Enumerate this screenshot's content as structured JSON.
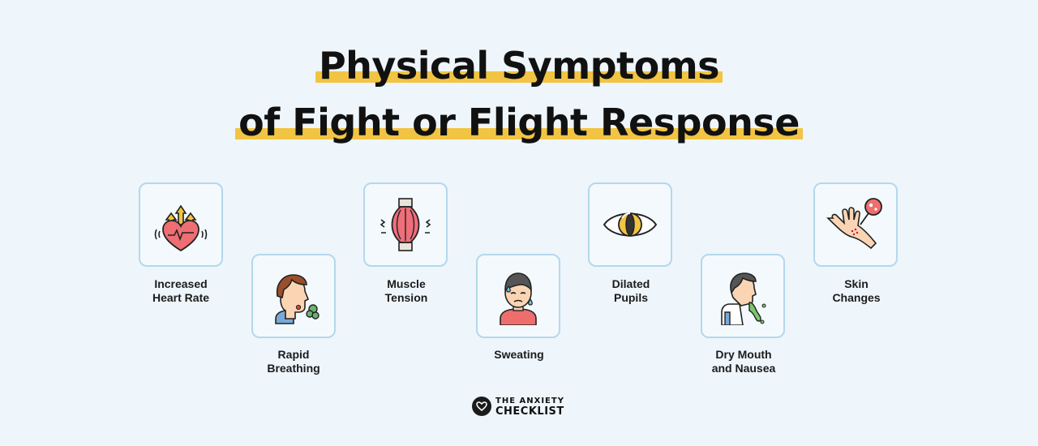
{
  "title": {
    "line1": "Physical Symptoms",
    "line2": "of Fight or Flight Response"
  },
  "colors": {
    "background": "#eef5fb",
    "highlight": "#f2c443",
    "card_border": "#b4d8ec"
  },
  "symptoms": [
    {
      "label_line1": "Increased",
      "label_line2": "Heart Rate",
      "icon": "heart-arrows-icon"
    },
    {
      "label_line1": "Rapid",
      "label_line2": "Breathing",
      "icon": "breathing-face-icon"
    },
    {
      "label_line1": "Muscle",
      "label_line2": "Tension",
      "icon": "muscle-icon"
    },
    {
      "label_line1": "Sweating",
      "label_line2": "",
      "icon": "sweating-face-icon"
    },
    {
      "label_line1": "Dilated",
      "label_line2": "Pupils",
      "icon": "eye-icon"
    },
    {
      "label_line1": "Dry Mouth",
      "label_line2": "and Nausea",
      "icon": "nausea-person-icon"
    },
    {
      "label_line1": "Skin",
      "label_line2": "Changes",
      "icon": "skin-hand-icon"
    }
  ],
  "logo": {
    "line1": "THE ANXIETY",
    "line2": "CHECKLIST"
  }
}
